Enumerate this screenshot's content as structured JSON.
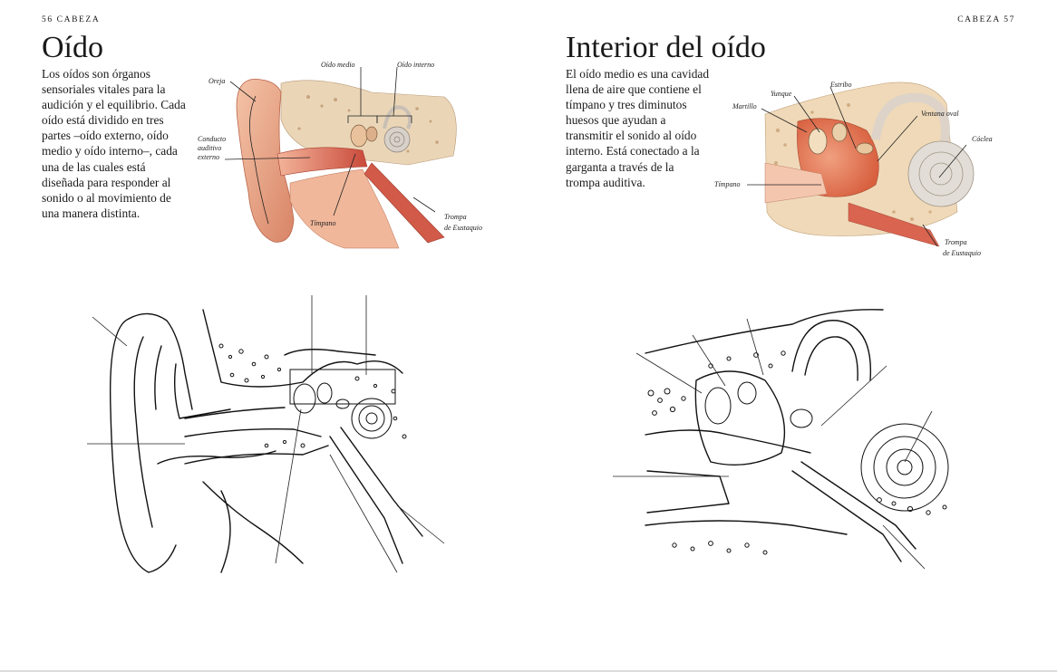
{
  "header": {
    "left": "56  CABEZA",
    "right": "CABEZA  57"
  },
  "left_page": {
    "title": "Oído",
    "intro": "Los oídos son órganos sensoriales vitales para la audición y el equilibrio. Cada oído está dividido en tres partes –oído externo, oído medio y oído interno–, cada una de las cuales está diseñada para responder al sonido o al movimiento de una manera distinta.",
    "labels": {
      "oreja": "Oreja",
      "oido_medio": "Oído medio",
      "oido_interno": "Oído interno",
      "conducto_1": "Conducto",
      "conducto_2": "auditivo",
      "conducto_3": "externo",
      "timpano": "Tímpano",
      "trompa_1": "Trompa",
      "trompa_2": "de Eustaquio"
    }
  },
  "right_page": {
    "title": "Interior del oído",
    "intro": "El oído medio es una cavidad llena de aire que contiene el tímpano y tres diminutos huesos que ayudan a transmitir el sonido al oído interno. Está conectado a la garganta a través de la trompa auditiva.",
    "labels": {
      "yunque": "Yunque",
      "estribo": "Estribo",
      "martillo": "Martillo",
      "ventana_oval": "Ventana oval",
      "coclea": "Cóclea",
      "timpano": "Tímpano",
      "trompa_1": "Trompa",
      "trompa_2": "de Eustaquio"
    }
  },
  "colors": {
    "skin": "#ecae90",
    "skin_dark": "#c96a4e",
    "canal": "#d9523f",
    "bone": "#e8d3b1",
    "cochlea": "#d9d3cc"
  }
}
